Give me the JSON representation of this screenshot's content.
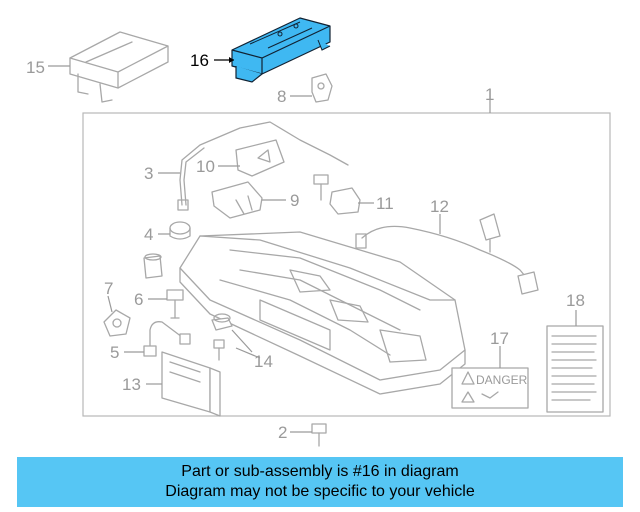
{
  "diagram": {
    "labels": {
      "p1": "1",
      "p2": "2",
      "p3": "3",
      "p4": "4",
      "p5": "5",
      "p6": "6",
      "p7": "7",
      "p8": "8",
      "p9": "9",
      "p10": "10",
      "p11": "11",
      "p12": "12",
      "p13": "13",
      "p14": "14",
      "p15": "15",
      "p16": "16",
      "p17": "17",
      "p18": "18"
    },
    "danger_text": "DANGER",
    "highlight_color": "#3fb8f2",
    "line_color": "#a8a8a8"
  },
  "banner": {
    "line1": "Part or sub-assembly is #16 in diagram",
    "line2": "Diagram may not be specific to your vehicle",
    "color": "#56c6f4"
  }
}
